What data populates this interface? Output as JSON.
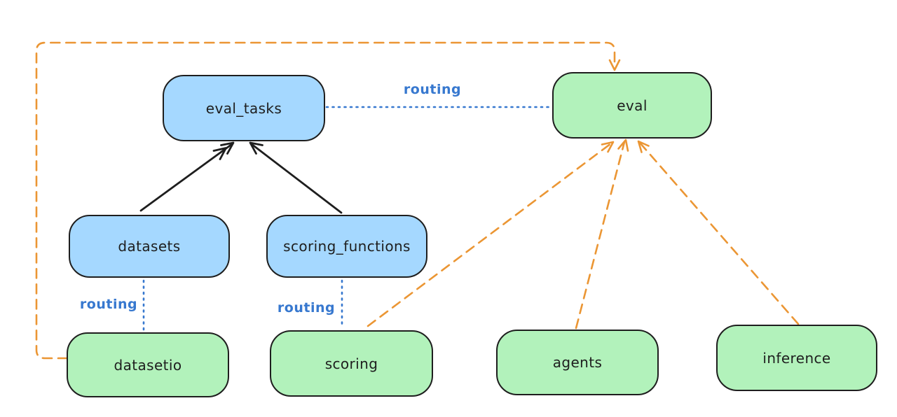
{
  "diagram": {
    "nodes": {
      "eval_tasks": {
        "label": "eval_tasks",
        "fill": "blue"
      },
      "eval": {
        "label": "eval",
        "fill": "green"
      },
      "datasets": {
        "label": "datasets",
        "fill": "blue"
      },
      "scoring_functions": {
        "label": "scoring_functions",
        "fill": "blue"
      },
      "datasetio": {
        "label": "datasetio",
        "fill": "green"
      },
      "scoring": {
        "label": "scoring",
        "fill": "green"
      },
      "agents": {
        "label": "agents",
        "fill": "green"
      },
      "inference": {
        "label": "inference",
        "fill": "green"
      }
    },
    "edge_labels": {
      "eval_tasks_to_eval": "routing",
      "datasets_to_datasetio": "routing",
      "scoring_functions_to_scoring": "routing"
    },
    "edges": [
      {
        "from": "datasets",
        "to": "eval_tasks",
        "style": "solid",
        "color": "black",
        "arrow": true
      },
      {
        "from": "scoring_functions",
        "to": "eval_tasks",
        "style": "solid",
        "color": "black",
        "arrow": true
      },
      {
        "from": "eval_tasks",
        "to": "eval",
        "style": "dotted",
        "color": "blue",
        "arrow": false,
        "label": "routing"
      },
      {
        "from": "datasets",
        "to": "datasetio",
        "style": "dotted",
        "color": "blue",
        "arrow": false,
        "label": "routing"
      },
      {
        "from": "scoring_functions",
        "to": "scoring",
        "style": "dotted",
        "color": "blue",
        "arrow": false,
        "label": "routing"
      },
      {
        "from": "datasetio",
        "to": "eval",
        "style": "dashed",
        "color": "orange",
        "arrow": true
      },
      {
        "from": "scoring",
        "to": "eval",
        "style": "dashed",
        "color": "orange",
        "arrow": true
      },
      {
        "from": "agents",
        "to": "eval",
        "style": "dashed",
        "color": "orange",
        "arrow": true
      },
      {
        "from": "inference",
        "to": "eval",
        "style": "dashed",
        "color": "orange",
        "arrow": true
      }
    ]
  },
  "colors": {
    "node_blue": "#a5d8ff",
    "node_green": "#b2f2bb",
    "stroke": "#1e1e1e",
    "routing_blue": "#3778cf",
    "orange": "#eb9634",
    "background": "#ffffff"
  }
}
